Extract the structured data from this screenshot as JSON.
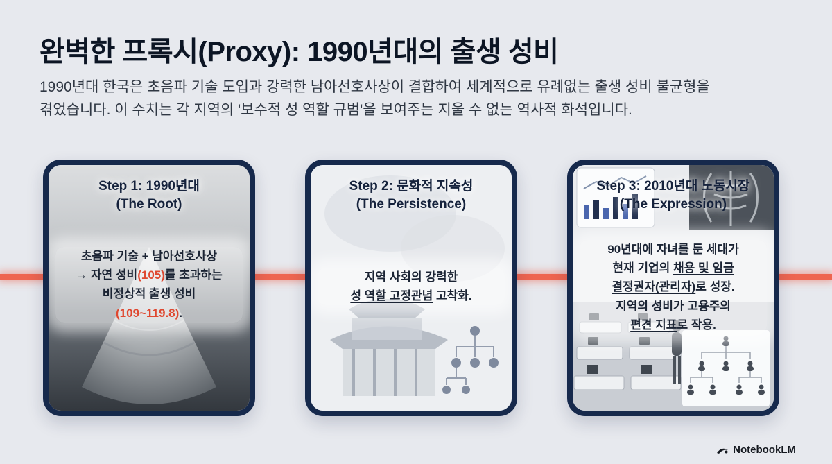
{
  "page": {
    "title": "완벽한 프록시(Proxy): 1990년대의 출생 성비",
    "subtitle_line1": "1990년대 한국은 초음파 기술 도입과 강력한 남아선호사상이 결합하여 세계적으로 유례없는 출생 성비 불균형을",
    "subtitle_line2": "겪었습니다. 이 수치는 각 지역의 '보수적 성 역할 규범'을 보여주는 지울 수 없는 역사적 화석입니다."
  },
  "cards": [
    {
      "title": "Step 1: 1990년대",
      "subtitle": "(The Root)",
      "line1": "초음파 기술 + 남아선호사상",
      "line2_pre": "→ ",
      "line2_em": "자연 성비",
      "line2_red": "(105)",
      "line2_post": "를 초과하는",
      "line3": "비정상적 출생 성비",
      "line4_red": "(109~119.8)",
      "line4_post": "."
    },
    {
      "title": "Step 2: 문화적 지속성",
      "subtitle": "(The Persistence)",
      "line1": "지역 사회의 강력한",
      "line2_em": "성 역할 고정관념",
      "line2_post": " 고착화."
    },
    {
      "title": "Step 3: 2010년대 노동시장",
      "subtitle": "(The Expression)",
      "line1": "90년대에 자녀를 둔 세대가",
      "line2_pre": "현재 기업의 ",
      "line2_em": "채용 및 임금",
      "line3_em": "결정권자(관리자)",
      "line3_post": "로 성장.",
      "line4": "지역의 성비가 고용주의",
      "line5_em": "편견 지표",
      "line5_post": "로 작용."
    }
  ],
  "footer": {
    "brand": "NotebookLM"
  },
  "colors": {
    "background": "#e7e9ee",
    "card_border": "#16294c",
    "timeline_accent": "#ee6550",
    "highlight_red": "#df4830",
    "title_text": "#0c1524"
  }
}
